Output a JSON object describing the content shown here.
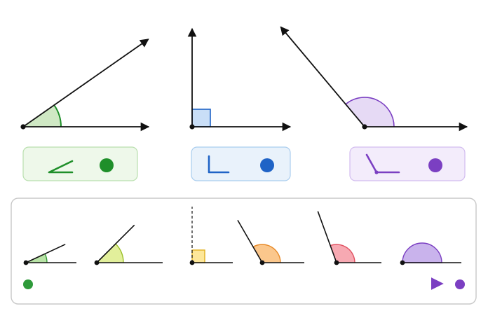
{
  "colors": {
    "ink": "#111111",
    "acute_stroke": "#1f8f2a",
    "acute_fill": "#cfe8c4",
    "acute_card_bg": "#eef8ea",
    "acute_card_border": "#b9dfae",
    "right_stroke": "#1f63c6",
    "right_fill": "#c9def7",
    "right_card_bg": "#e9f2fb",
    "right_card_border": "#a9cdee",
    "obtuse_stroke": "#7b3fc2",
    "obtuse_fill": "#e6daf5",
    "obtuse_card_bg": "#f3ecfb",
    "obtuse_card_border": "#d2bcef",
    "panel_border": "#c8c8c8",
    "gradient": [
      "#2e9a3a",
      "#9bcc2a",
      "#f0d12a",
      "#f29a3a",
      "#ea5a6e",
      "#7b3fc2"
    ],
    "scale_fills": [
      "#b8e3a6",
      "#e2ef9b",
      "#fde79a",
      "#fbc78c",
      "#f7a9b2",
      "#c9b3ec"
    ],
    "scale_strokes": [
      "#3a9a3a",
      "#9bbf2a",
      "#e0b020",
      "#e88b2a",
      "#e05060",
      "#7b3fc2"
    ]
  },
  "angles": {
    "acute": {
      "degrees": 35,
      "symbol_icon": "acute-angle-icon",
      "marker_icon": "green-dot-icon"
    },
    "right": {
      "degrees": 90,
      "symbol_icon": "right-angle-icon",
      "marker_icon": "blue-dot-icon"
    },
    "obtuse": {
      "degrees": 130,
      "symbol_icon": "obtuse-angle-icon",
      "marker_icon": "purple-dot-icon"
    }
  },
  "scale": {
    "angles_deg": [
      25,
      45,
      90,
      120,
      110,
      180
    ],
    "start_icon": "green-dot-icon",
    "end_icon": "purple-dot-icon"
  }
}
